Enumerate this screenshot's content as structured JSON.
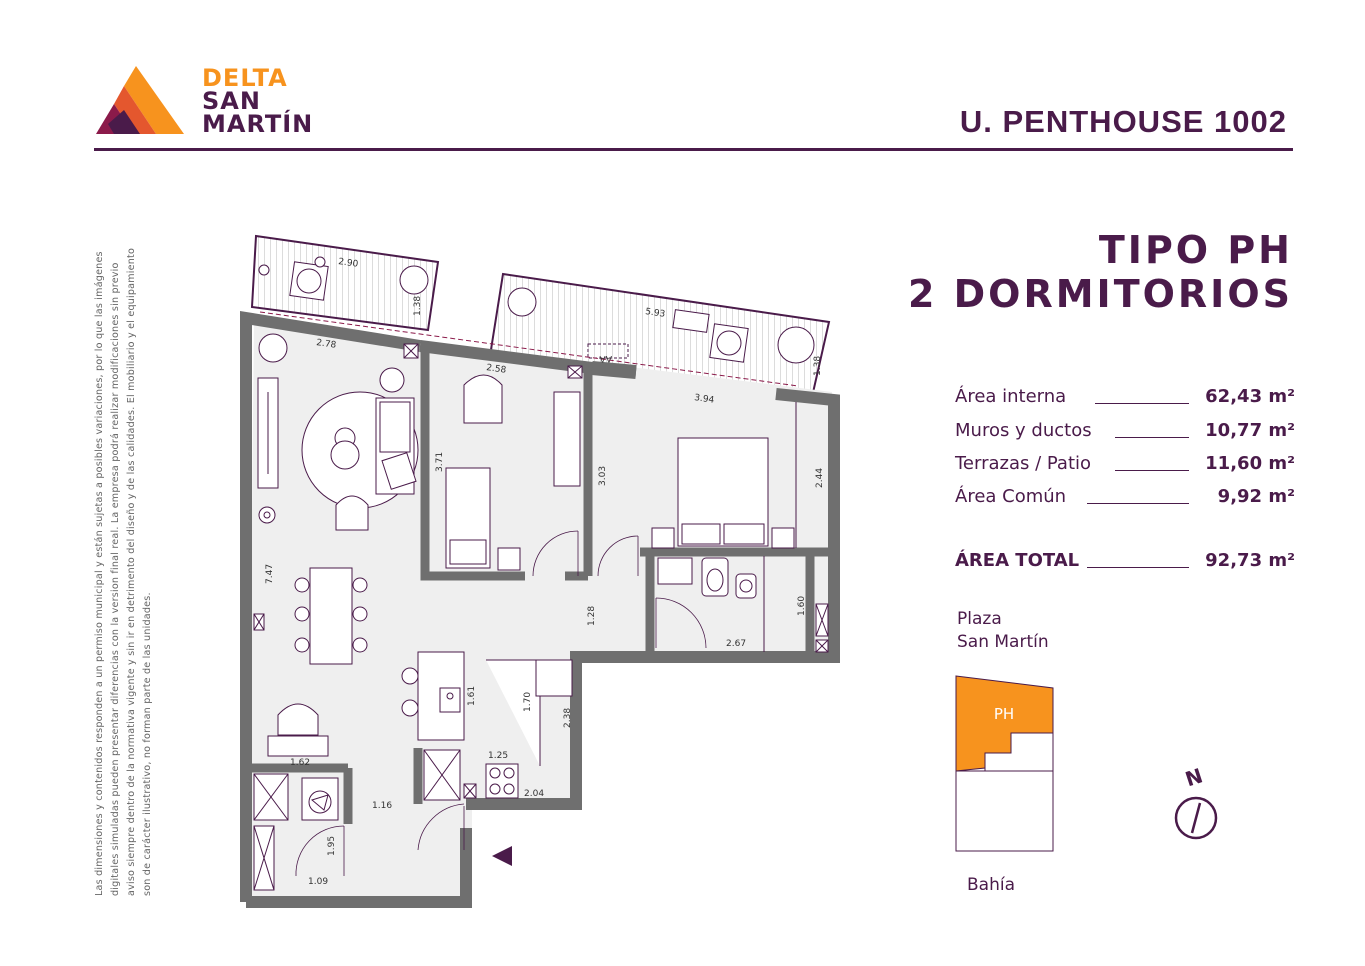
{
  "brand": {
    "line1": "DELTA",
    "line2": "SAN",
    "line3": "MARTÍN",
    "colors": {
      "orange": "#f7931e",
      "purple": "#4a1b4a",
      "crimson": "#8b1a4a"
    }
  },
  "header": {
    "unit_title": "U. PENTHOUSE 1002"
  },
  "type": {
    "line1": "TIPO PH",
    "line2": "2 DORMITORIOS"
  },
  "areas": {
    "items": [
      {
        "label": "Área interna",
        "value": "62,43 m²"
      },
      {
        "label": "Muros y ductos",
        "value": "10,77 m²"
      },
      {
        "label": "Terrazas / Patio",
        "value": "11,60 m²"
      },
      {
        "label": "Área Común",
        "value": "9,92 m²"
      }
    ],
    "total": {
      "label": "ÁREA TOTAL",
      "value": "92,73 m²"
    }
  },
  "location": {
    "plaza_line1": "Plaza",
    "plaza_line2": "San Martín",
    "unit_label": "PH",
    "bay": "Bahía",
    "north": "N"
  },
  "disclaimer": "Las dimensiones y contenidos responden a un permiso municipal y están sujetas a posibles variaciones, por lo que las imágenes digitales simuladas pueden presentar diferencias con la version final real. La empresa podrá realizar modificaciones sin previo aviso siempre dentro de la normativa vigente y sin ir en detrimento del diseño y de las calidades. El mobiliario y el equipamiento son de carácter ilustrativo, no forman parte de las unidades.",
  "plan": {
    "dimensions": {
      "d_290": "2.90",
      "d_138a": "1.38",
      "d_593": "5.93",
      "d_138b": "1.38",
      "d_278": "2.78",
      "d_258": "2.58",
      "d_394": "3.94",
      "d_244": "2.44",
      "d_371": "3.71",
      "d_303": "3.03",
      "d_747": "7.47",
      "d_128": "1.28",
      "d_160": "1.60",
      "d_267": "2.67",
      "d_161": "1.61",
      "d_170": "1.70",
      "d_238": "2.38",
      "d_162": "1.62",
      "d_125": "1.25",
      "d_204": "2.04",
      "d_116": "1.16",
      "d_195": "1.95",
      "d_109": "1.09"
    },
    "section_mark": "AA"
  }
}
